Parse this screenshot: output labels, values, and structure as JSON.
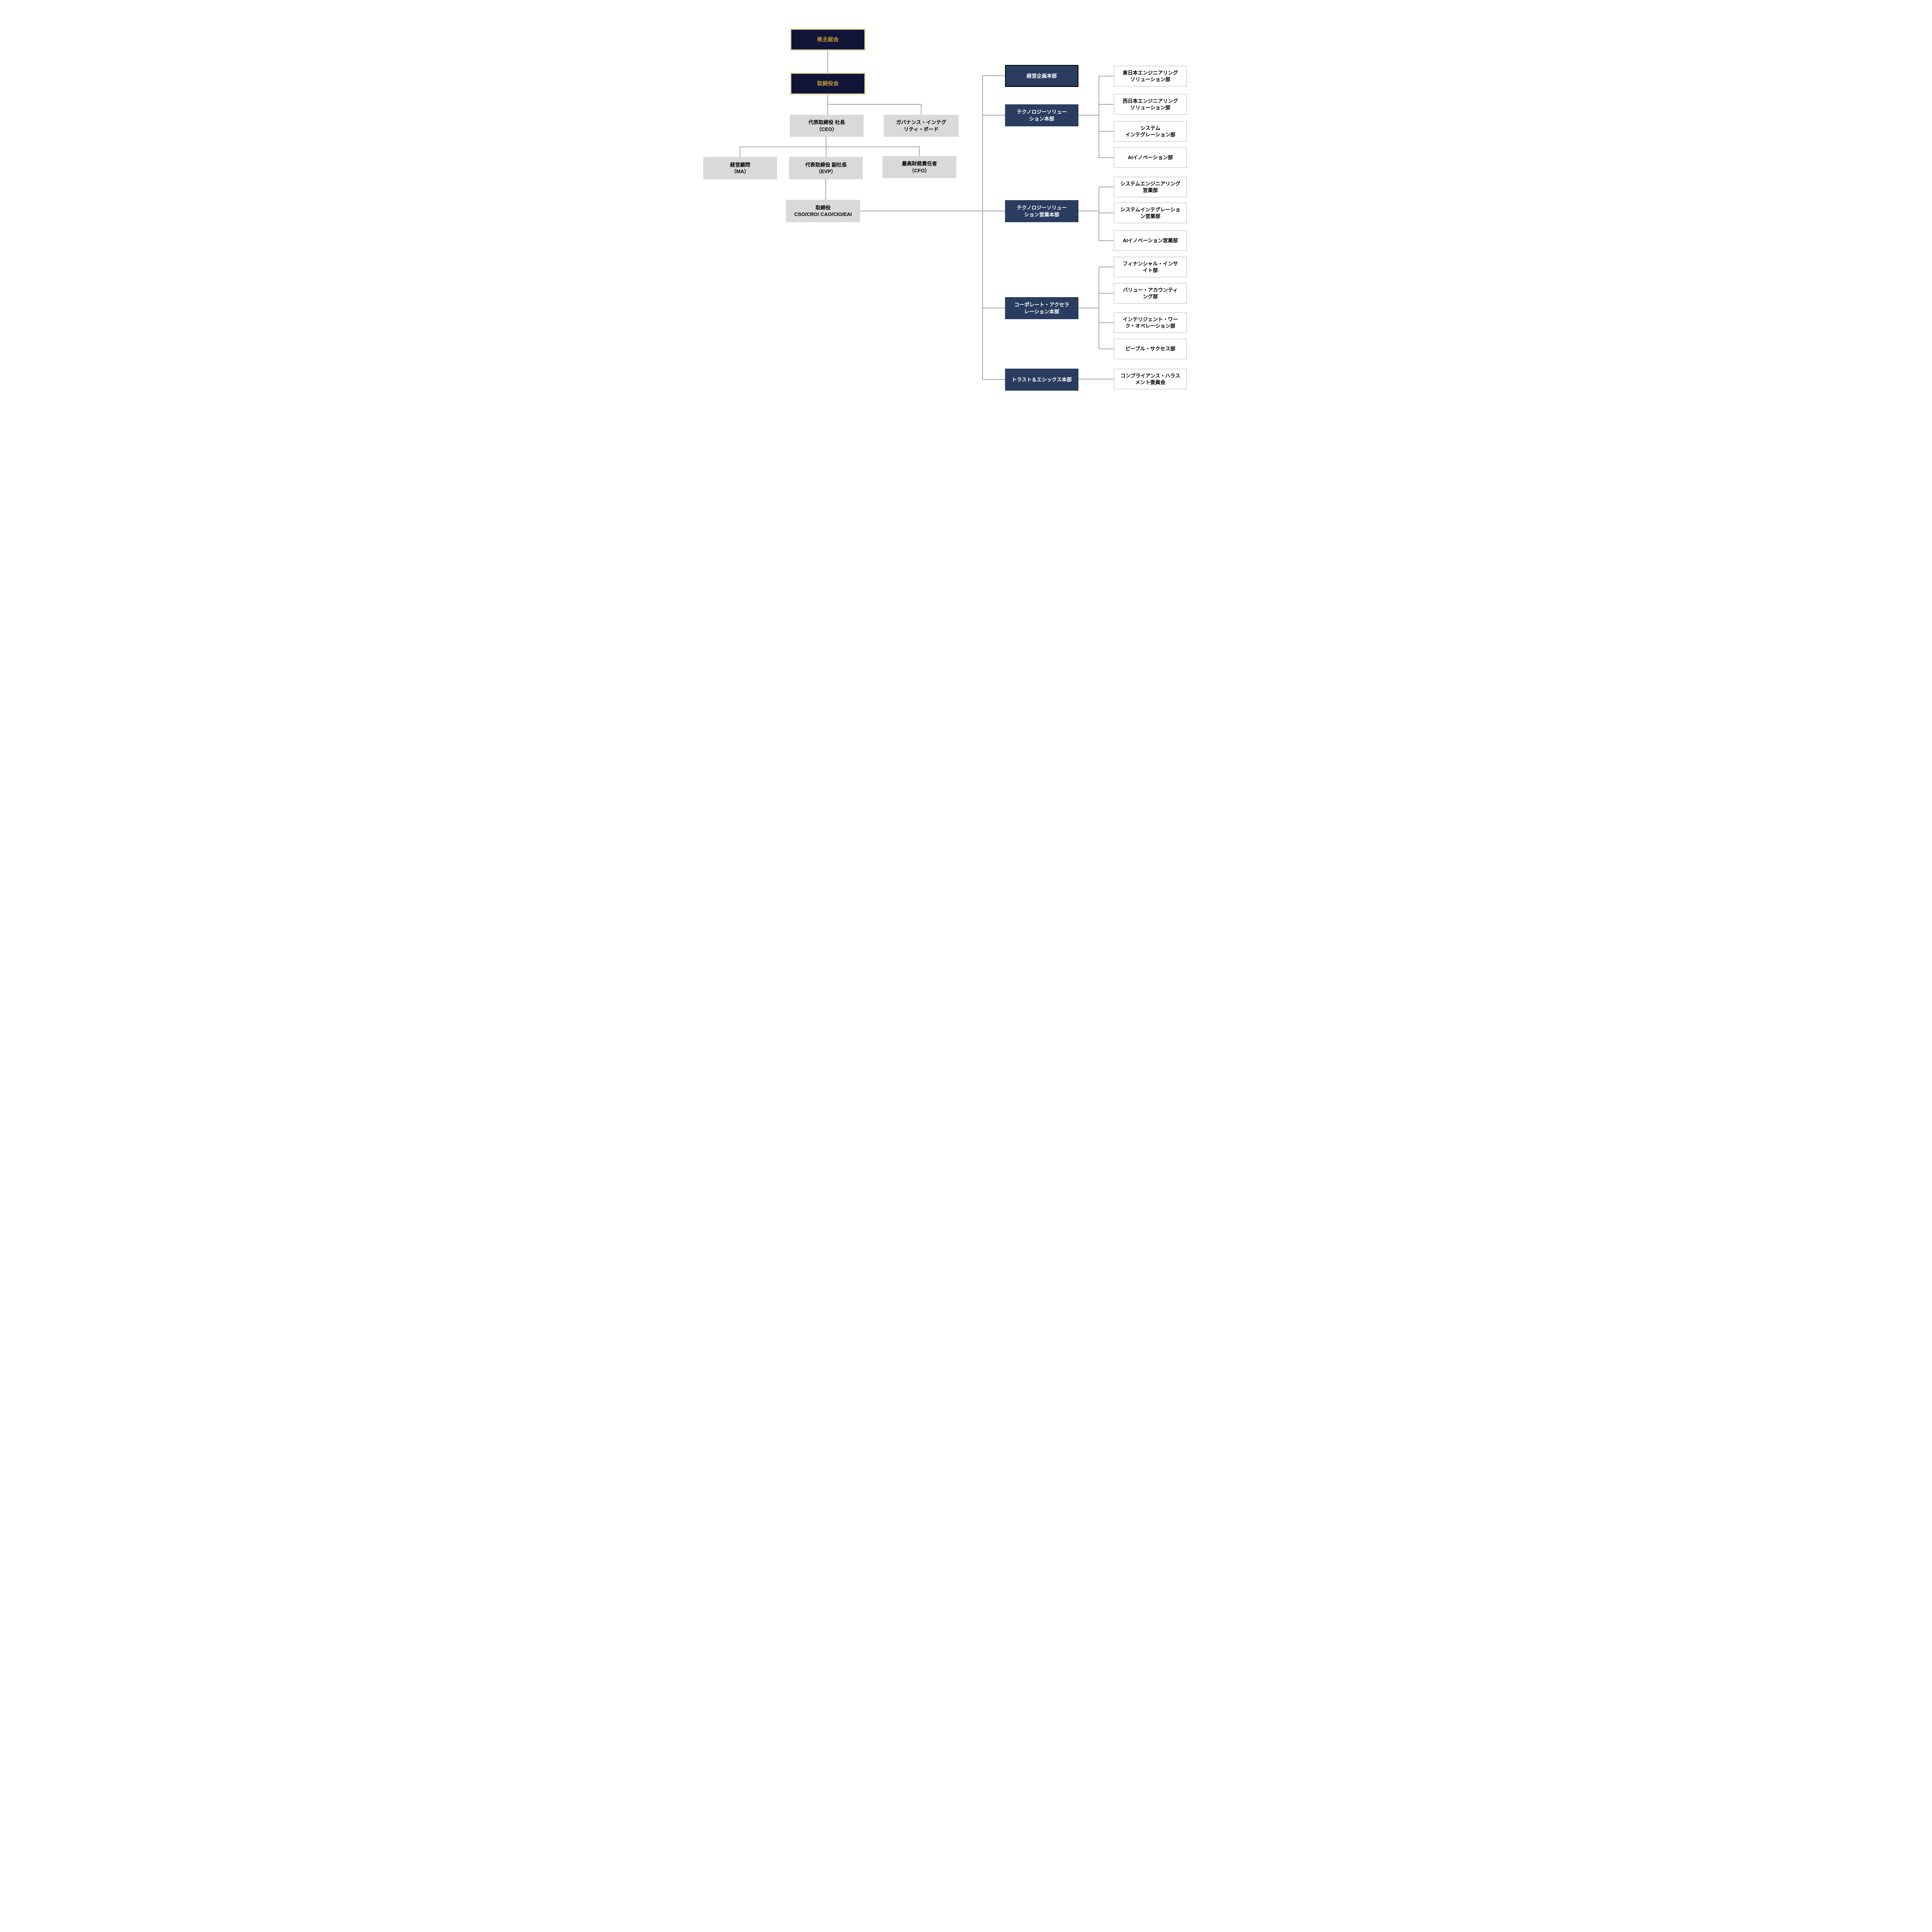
{
  "colors": {
    "background": "#ffffff",
    "royal_navy": "#101538",
    "gold_text": "#c09a30",
    "gold_border": "#e8d5a0",
    "navy": "#2a3d60",
    "gray_box": "#d9d9d9",
    "white_box_border": "#d9d9d9",
    "connector": "#a6a6a6",
    "text_dark": "#000000",
    "text_light": "#ffffff"
  },
  "org_chart": {
    "top": {
      "shareholders": {
        "label": "株主総会"
      },
      "board": {
        "label": "取締役会"
      }
    },
    "executives": {
      "ceo": {
        "label": "代表取締役 社長\n（CEO）"
      },
      "governance_board": {
        "label": "ガバナンス・インテグ\nリティ・ボード"
      },
      "advisor": {
        "label": "経営顧問\n（MA）"
      },
      "evp": {
        "label": "代表取締役 副社長\n（EVP）"
      },
      "cfo": {
        "label": "最高財務責任者\n（CFO）"
      },
      "directors": {
        "label": "取締役\nCSO/CRO/ CAO/CIO/EAI"
      }
    },
    "divisions": {
      "corporate_planning": {
        "label": "経営企画本部"
      },
      "technology_solution": {
        "label": "テクノロジーソリュー\nション本部"
      },
      "technology_solution_sales": {
        "label": "テクノロジーソリュー\nション営業本部"
      },
      "corporate_acceleration": {
        "label": "コーポレート・アクセラ\nレーション本部"
      },
      "trust_ethics": {
        "label": "トラスト＆エシックス本部"
      }
    },
    "departments": {
      "east_eng": {
        "label": "東日本エンジニアリング\nソリューション部"
      },
      "west_eng": {
        "label": "西日本エンジニアリング\nソリューション部"
      },
      "system_integration": {
        "label": "システム\nインテグレーション部"
      },
      "ai_innovation": {
        "label": "AIイノベーション部"
      },
      "system_eng_sales": {
        "label": "システムエンジニアリング\n営業部"
      },
      "system_integration_sales": {
        "label": "システムインテグレーショ\nン営業部"
      },
      "ai_innovation_sales": {
        "label": "AIイノベーション営業部"
      },
      "financial_insight": {
        "label": "フィナンシャル・インサ\nイト部"
      },
      "value_accounting": {
        "label": "バリュー・アカウンティ\nング部"
      },
      "intelligent_work_ops": {
        "label": "インテリジェント・ワー\nク・オペレーション部"
      },
      "people_success": {
        "label": "ピープル・サクセス部"
      },
      "compliance_harassment": {
        "label": "コンプライアンス・ハラス\nメント委員会"
      }
    }
  }
}
